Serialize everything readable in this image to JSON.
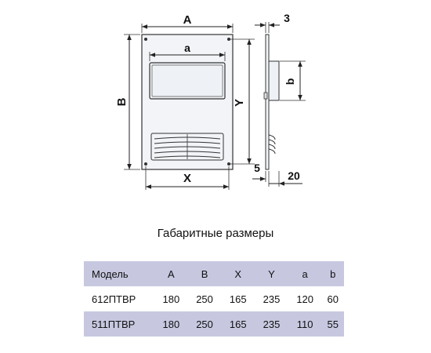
{
  "drawing": {
    "dim_A": "A",
    "dim_B": "B",
    "dim_X": "X",
    "dim_Y": "Y",
    "dim_a": "a",
    "dim_b": "b",
    "dim_3": "3",
    "dim_5": "5",
    "dim_20": "20",
    "line_color": "#333333",
    "panel_fill": "#f2f4f7"
  },
  "caption": "Габаритные размеры",
  "table": {
    "headers": [
      "Модель",
      "A",
      "B",
      "X",
      "Y",
      "a",
      "b"
    ],
    "rows": [
      [
        "612ПТВР",
        "180",
        "250",
        "165",
        "235",
        "120",
        "60"
      ],
      [
        "511ПТВР",
        "180",
        "250",
        "165",
        "235",
        "110",
        "55"
      ]
    ],
    "header_color": "#c7c8e0"
  }
}
